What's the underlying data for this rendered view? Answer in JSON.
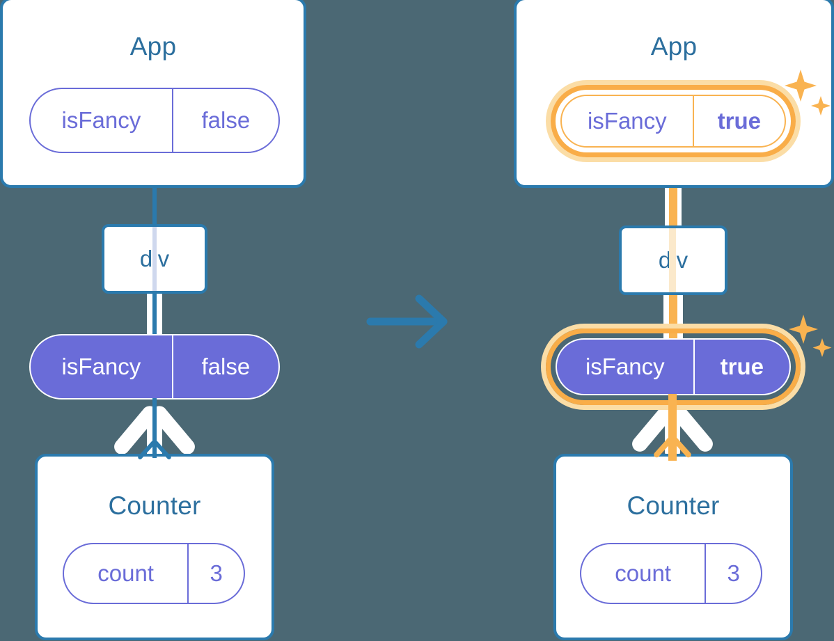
{
  "diagram": {
    "title_hidden": "React state update propagation diagram",
    "background_color": "#4b6874",
    "accent_blue": "#2b7aad",
    "label_blue": "#2c6f9e",
    "pill_purple": "#6a6cd8",
    "highlight_orange": "#f9ad48",
    "highlight_orange_glow": "#fbdda6",
    "transition_arrow": "arrow-right-icon"
  },
  "before": {
    "app_card": {
      "title": "App",
      "pill": {
        "key": "isFancy",
        "value": "false"
      }
    },
    "div_node": {
      "label": "div"
    },
    "prop_pill": {
      "key": "isFancy",
      "value": "false"
    },
    "counter_card": {
      "title": "Counter",
      "pill": {
        "key": "count",
        "value": "3"
      }
    }
  },
  "after": {
    "app_card": {
      "title": "App",
      "pill": {
        "key": "isFancy",
        "value": "true"
      },
      "highlighted": true,
      "sparkle": "sparkle-icon"
    },
    "div_node": {
      "label": "div"
    },
    "prop_pill": {
      "key": "isFancy",
      "value": "true",
      "highlighted": true,
      "sparkle": "sparkle-icon"
    },
    "counter_card": {
      "title": "Counter",
      "pill": {
        "key": "count",
        "value": "3"
      }
    }
  }
}
